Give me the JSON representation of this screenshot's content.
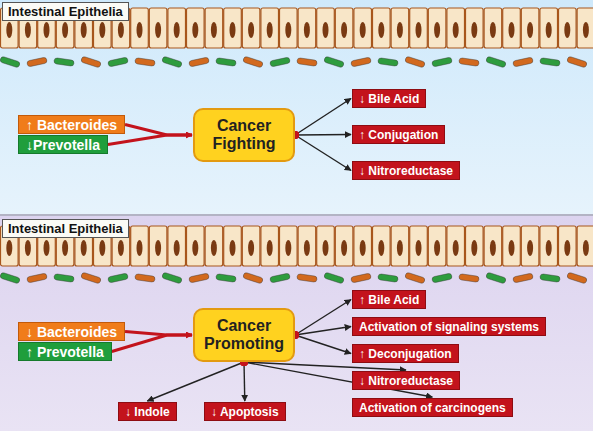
{
  "diagram": {
    "nodes": [
      {
        "text": [
          "Intestinal Epithelia"
        ]
      },
      {
        "text": [
          "↑ Bacteroides"
        ]
      },
      {
        "text": [
          "↓Prevotella"
        ]
      },
      {
        "text": [
          "Cancer Fighting"
        ]
      },
      {
        "text": [
          "↓ Bile Acid"
        ]
      },
      {
        "text": [
          "↑ Conjugation"
        ]
      },
      {
        "text": [
          "↓ Nitroreductase"
        ]
      },
      {
        "text": [
          "Intestinal Epithelia"
        ]
      },
      {
        "text": [
          "↓ Bacteroides"
        ]
      },
      {
        "text": [
          "↑ Prevotella"
        ]
      },
      {
        "text": [
          "Cancer Promoting"
        ]
      },
      {
        "text": [
          "↑ Bile Acid"
        ]
      },
      {
        "text": [
          "Activation of signaling systems"
        ]
      },
      {
        "text": [
          "↑ Deconjugation"
        ]
      },
      {
        "text": [
          "↓ Nitroreductase"
        ]
      },
      {
        "text": [
          "Activation of carcinogens"
        ]
      },
      {
        "text": [
          "↓ Indole"
        ]
      },
      {
        "text": [
          "↓ Apoptosis"
        ]
      }
    ],
    "edges": [
      {
        "from": 1,
        "to": 3,
        "arrow": "to"
      },
      {
        "from": 2,
        "to": 3,
        "arrow": "to"
      },
      {
        "from": 3,
        "to": 4,
        "arrow": "to"
      },
      {
        "from": 3,
        "to": 5,
        "arrow": "to"
      },
      {
        "from": 3,
        "to": 6,
        "arrow": "to"
      },
      {
        "from": 8,
        "to": 10,
        "arrow": "to"
      },
      {
        "from": 9,
        "to": 10,
        "arrow": "to"
      },
      {
        "from": 10,
        "to": 11,
        "arrow": "to"
      },
      {
        "from": 10,
        "to": 12,
        "arrow": "to"
      },
      {
        "from": 10,
        "to": 13,
        "arrow": "to"
      },
      {
        "from": 10,
        "to": 14,
        "arrow": "to"
      },
      {
        "from": 10,
        "to": 15,
        "arrow": "to"
      },
      {
        "from": 10,
        "to": 16,
        "arrow": "to"
      },
      {
        "from": 10,
        "to": 17,
        "arrow": "to"
      }
    ]
  }
}
